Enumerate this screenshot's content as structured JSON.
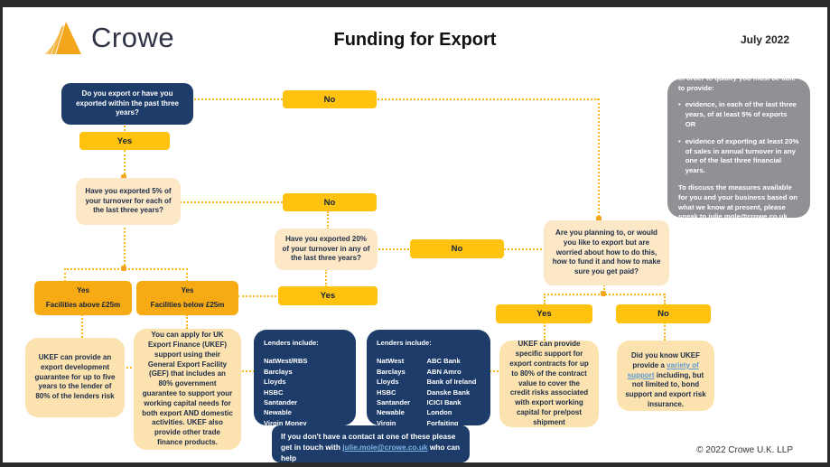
{
  "page": {
    "brand": "Crowe",
    "title": "Funding for Export",
    "date": "July 2022",
    "copyright": "© 2022 Crowe U.K. LLP"
  },
  "colors": {
    "navy": "#1e3c69",
    "yellow": "#ffc20e",
    "amber": "#f6ab15",
    "cream": "#fbe2ae",
    "gray": "#8f9194",
    "connector": "#fdb913",
    "link_light": "#7db4e6",
    "link_blue": "#5b9bd5"
  },
  "flow": {
    "q1": "Do you export or have you exported within the past three years?",
    "no1": "No",
    "yes1": "Yes",
    "q2": "Have you exported 5% of your turnover for each of the last three years?",
    "no2": "No",
    "q3": "Have you exported 20% of your turnover in any of the last three years?",
    "no3": "No",
    "yes2": "Yes",
    "q4": "Are you planning to, or would you like to export but are worried about how to do this, how to fund it and how to make sure you get paid?",
    "yes_above": {
      "line1": "Yes",
      "line2": "Facilities above £25m"
    },
    "yes_below": {
      "line1": "Yes",
      "line2": "Facilities below £25m"
    },
    "ukef_edg": "UKEF can provide an export development guarantee for up to five years to the lender of 80% of the lenders risk",
    "ukef_gef": "You can apply for UK Export Finance (UKEF) support using their General Export Facility (GEF) that includes an 80% government guarantee to support your working capital needs for both export AND domestic activities. UKEF also provide other trade finance products.",
    "lenders1": {
      "heading": "Lenders include:",
      "items": [
        "NatWest/RBS",
        "Barclays",
        "Lloyds",
        "HSBC",
        "Santander",
        "Newable",
        "Virgin Money"
      ]
    },
    "lenders2": {
      "heading": "Lenders include:",
      "col1": [
        "NatWest",
        "Barclays",
        "Lloyds",
        "HSBC",
        "Santander",
        "Newable",
        "Virgin Money"
      ],
      "col2": [
        "ABC Bank",
        "ABN Amro",
        "Bank of Ireland",
        "Danske Bank",
        "ICICI Bank",
        "London Forfaiting"
      ]
    },
    "contact": {
      "pre": "If you don't have a contact at one of these please get in touch with ",
      "email": "julie.mole@crowe.co.uk",
      "post": " who can help"
    },
    "yes3": "Yes",
    "no4": "No",
    "ukef_specific": "UKEF can provide specific support for export contracts for up to 80% of the contract value to cover the credit risks associated with export working capital for pre/post shipment",
    "did_you_know": {
      "pre": "Did you know UKEF provide a ",
      "link": "variety of support",
      "post": " including, but not limited to, bond support and export risk insurance."
    }
  },
  "qualify": {
    "intro": "In order to qualify you must be able to provide:",
    "bullet_mark": "•",
    "bullets": [
      "evidence, in each of the last three years, of at least 5% of exports OR",
      "evidence of exporting at least 20% of sales in annual turnover in any one of the last three financial years."
    ],
    "outro_pre": "To discuss the measures available for you and your business based on what we know at present, please speak to ",
    "outro_email": "julie.mole@crowe.co.uk"
  }
}
